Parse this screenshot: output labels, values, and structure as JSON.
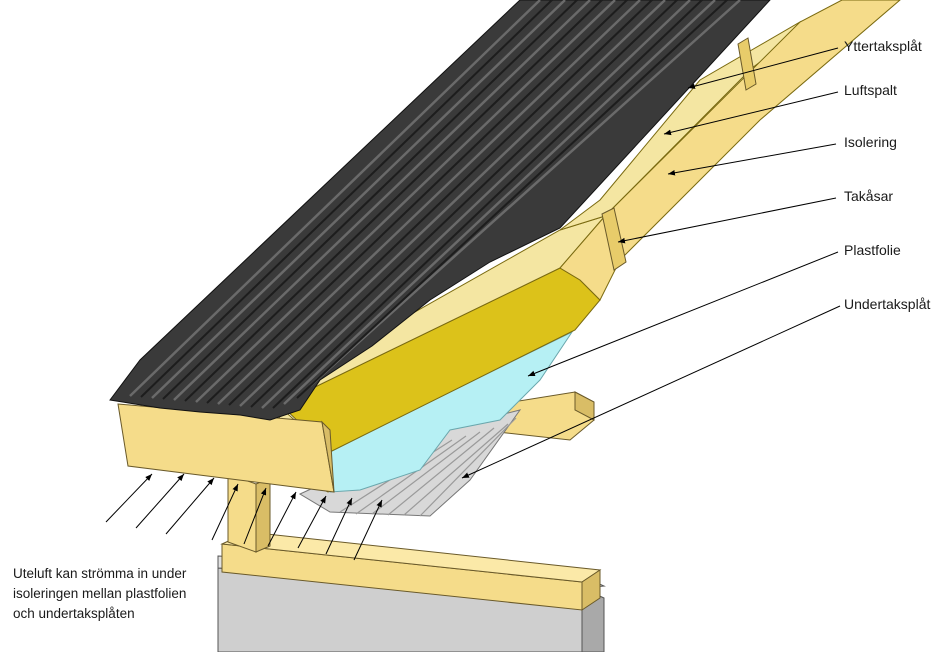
{
  "labels": {
    "outer_roof_sheet": "Yttertaksplåt",
    "air_gap": "Luftspalt",
    "insulation": "Isolering",
    "roof_joists": "Takåsar",
    "plastic_foil": "Plastfolie",
    "under_roof_sheet": "Undertaksplåt"
  },
  "note": {
    "line1": "Uteluft kan strömma in under",
    "line2": "isoleringen mellan plastfolien",
    "line3": "och undertaksplåten"
  },
  "colors": {
    "roof_sheet": "#3a3a3a",
    "timber": "#f5dc8a",
    "insulation": "#f4e6a2",
    "insulation_front": "#dcc21a",
    "plastic_foil": "#b6f0f4",
    "under_sheet": "#d8d8d8",
    "wall": "#cfcfcf"
  }
}
